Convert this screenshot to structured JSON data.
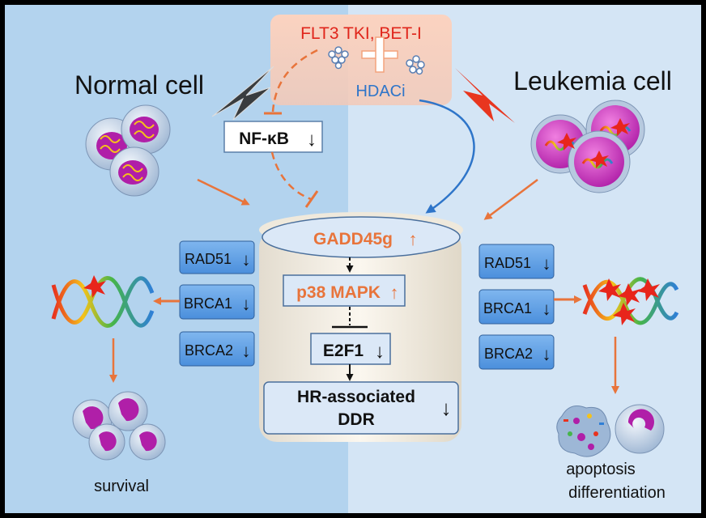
{
  "drugs": {
    "line1": "FLT3 TKI, BET-I",
    "hdaci": "HDACi",
    "plus_symbol": "+"
  },
  "left_panel": {
    "title": "Normal cell",
    "nfkb_label": "NF-κB",
    "nfkb_arrow": "↓",
    "genes": [
      {
        "name": "RAD51",
        "arrow": "↓"
      },
      {
        "name": "BRCA1",
        "arrow": "↓"
      },
      {
        "name": "BRCA2",
        "arrow": "↓"
      }
    ],
    "outcome": "survival"
  },
  "right_panel": {
    "title": "Leukemia cell",
    "genes": [
      {
        "name": "RAD51",
        "arrow": "↓"
      },
      {
        "name": "BRCA1",
        "arrow": "↓"
      },
      {
        "name": "BRCA2",
        "arrow": "↓"
      }
    ],
    "outcome_line1": "apoptosis",
    "outcome_line2": "differentiation"
  },
  "pathway": {
    "gadd45g": "GADD45g",
    "gadd45g_arrow": "↑",
    "p38": "p38 MAPK",
    "p38_arrow": "↑",
    "e2f1": "E2F1",
    "e2f1_arrow": "↓",
    "hr_line1": "HR-associated",
    "hr_line2": "DDR",
    "hr_arrow": "↓"
  },
  "colors": {
    "left_bg": "#b3d3ee",
    "right_bg": "#d4e5f5",
    "accent_orange": "#e8743b",
    "drug_red": "#e0251b",
    "hdaci_blue": "#2e75c9",
    "gene_box": "#5fa0e6",
    "cell_purple": "#b01fa8"
  }
}
